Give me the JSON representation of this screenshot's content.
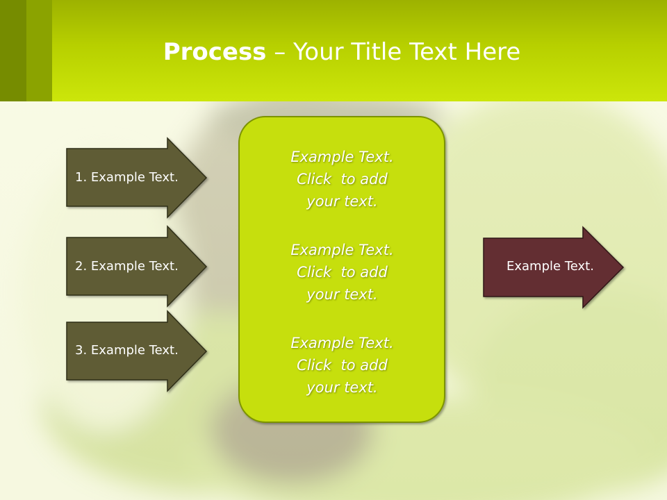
{
  "title": {
    "bold": "Process",
    "rest": " – Your Title Text Here"
  },
  "left_arrows": [
    {
      "label": "1. Example Text."
    },
    {
      "label": "2. Example Text."
    },
    {
      "label": "3. Example Text."
    }
  ],
  "center_box": {
    "blocks": [
      {
        "line1": "Example Text.",
        "line2": "Click  to add",
        "line3": "your text."
      },
      {
        "line1": "Example Text.",
        "line2": "Click  to add",
        "line3": "your text."
      },
      {
        "line1": "Example Text.",
        "line2": "Click  to add",
        "line3": "your text."
      }
    ]
  },
  "right_arrow": {
    "label": "Example Text."
  },
  "colors": {
    "header_green": "#c2dc00",
    "left_arrow_fill": "#5e5b35",
    "right_arrow_fill": "#642f30",
    "center_box_fill": "#c6df08",
    "center_box_border": "#7b9300"
  }
}
